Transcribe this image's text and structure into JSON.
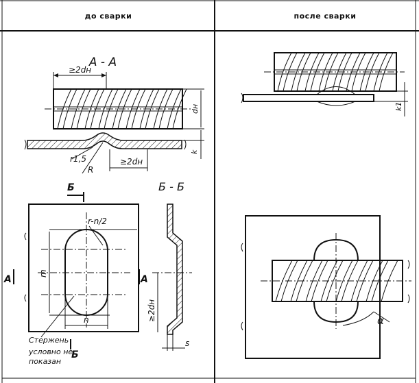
{
  "headers": {
    "before": "до сварки",
    "after": "после сварки"
  },
  "labels": {
    "section_aa": "А - А",
    "section_bb": "Б - Б",
    "cut_b": "Б",
    "cut_a": "А",
    "dim_2dn_top": "≥2dн",
    "dim_dn": "dн",
    "dim_k": "k",
    "dim_k1": "k1",
    "radius_r15": "r1,5",
    "radius_R": "R",
    "dim_2dn_bottom": "≥2dн",
    "radius_rn2": "r-n/2",
    "dim_m": "m",
    "dim_n": "n",
    "dim_2dn_vertical": "≥2dн",
    "dim_s": "s",
    "angle_alpha": "α",
    "note_line1": "Стержень",
    "note_line2": "условно не",
    "note_line3": "показан"
  }
}
